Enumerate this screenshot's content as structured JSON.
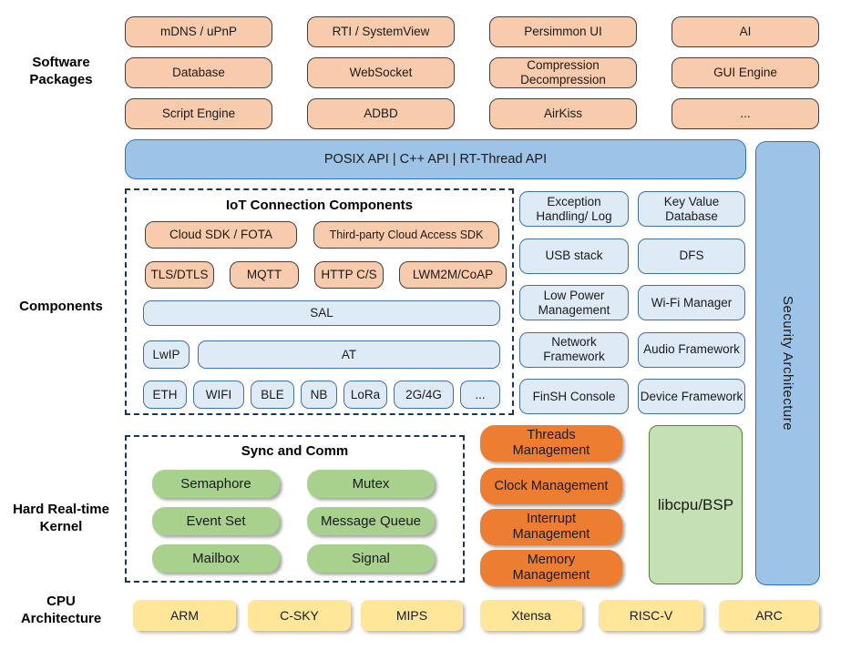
{
  "left_labels": {
    "software_packages": "Software\nPackages",
    "components": "Components",
    "kernel": "Hard Real-time\nKernel",
    "cpu": "CPU\nArchitecture"
  },
  "software_packages": {
    "rows": [
      [
        "mDNS / uPnP",
        "RTI / SystemView",
        "Persimmon UI",
        "AI"
      ],
      [
        "Database",
        "WebSocket",
        "Compression\nDecompression",
        "GUI Engine"
      ],
      [
        "Script Engine",
        "ADBD",
        "AirKiss",
        "..."
      ]
    ]
  },
  "api_bar": {
    "label": "POSIX API | C++ API | RT-Thread API"
  },
  "security_bar": {
    "label": "Security Architecture"
  },
  "iot": {
    "title": "IoT Connection Components",
    "sdk_row": [
      "Cloud SDK / FOTA",
      "Third-party Cloud Access SDK"
    ],
    "protocol_row": [
      "TLS/DTLS",
      "MQTT",
      "HTTP C/S",
      "LWM2M/CoAP"
    ],
    "sal": "SAL",
    "lwip": "LwIP",
    "at": "AT",
    "links": [
      "ETH",
      "WIFI",
      "BLE",
      "NB",
      "LoRa",
      "2G/4G",
      "..."
    ]
  },
  "component_grid": [
    [
      "Exception Handling/ Log",
      "Key Value Database"
    ],
    [
      "USB stack",
      "DFS"
    ],
    [
      "Low Power Management",
      "Wi-Fi Manager"
    ],
    [
      "Network Framework",
      "Audio Framework"
    ],
    [
      "FinSH Console",
      "Device Framework"
    ]
  ],
  "kernel": {
    "sync_title": "Sync and Comm",
    "sync_rows": [
      [
        "Semaphore",
        "Mutex"
      ],
      [
        "Event Set",
        "Message Queue"
      ],
      [
        "Mailbox",
        "Signal"
      ]
    ],
    "mgmt_items": [
      "Threads\nManagement",
      "Clock Management",
      "Interrupt\nManagement",
      "Memory\nManagement"
    ],
    "libcpu": "libcpu/BSP"
  },
  "cpu_row": [
    "ARM",
    "C-SKY",
    "MIPS",
    "Xtensa",
    "RISC-V",
    "ARC"
  ],
  "colors": {
    "package_fill": "#F8CBAD",
    "api_bar_fill": "#9DC3E6",
    "api_bar_border": "#2E75B6",
    "component_fill": "#DEEBF7",
    "component_border": "#41719C",
    "dashed_frame": "#17375E",
    "kernel_green": "#A9D18E",
    "kernel_orange": "#ED7D31",
    "libcpu_fill": "#C5E0B4",
    "libcpu_border": "#538135",
    "cpu_yellow": "#FFE699"
  }
}
